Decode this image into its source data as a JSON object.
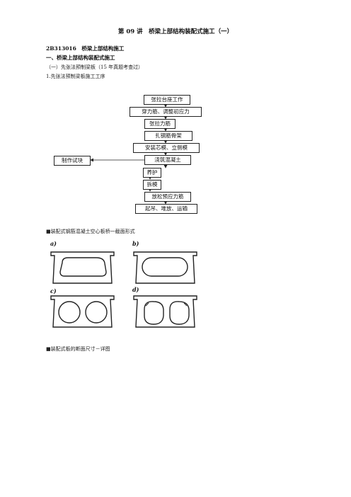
{
  "title": "第 09 讲　桥梁上部结构装配式施工（一）",
  "section_code": "2B313016　桥梁上部结构施工",
  "heading_1": "一、桥梁上部结构装配式施工",
  "heading_2": "（一）先张法预制梁板（15 年真题考查过）",
  "heading_3": "1.先张法预制梁板施工工序",
  "flowchart": {
    "steps": [
      "张拉台座工作",
      "穿力筋、调整初应力",
      "张拉力筋",
      "扎钢筋骨架",
      "安装芯模、立侧模",
      "浇筑混凝土",
      "养护",
      "拆模",
      "放松预应力筋",
      "起吊、堆放、运输"
    ],
    "side_box": "制作试块"
  },
  "bullet_1": "■装配式钢筋混凝土空心板桥一截面形式",
  "figure_labels": [
    "a)",
    "b)",
    "c)",
    "d)"
  ],
  "bullet_2": "■装配式板的断面尺寸－详图"
}
